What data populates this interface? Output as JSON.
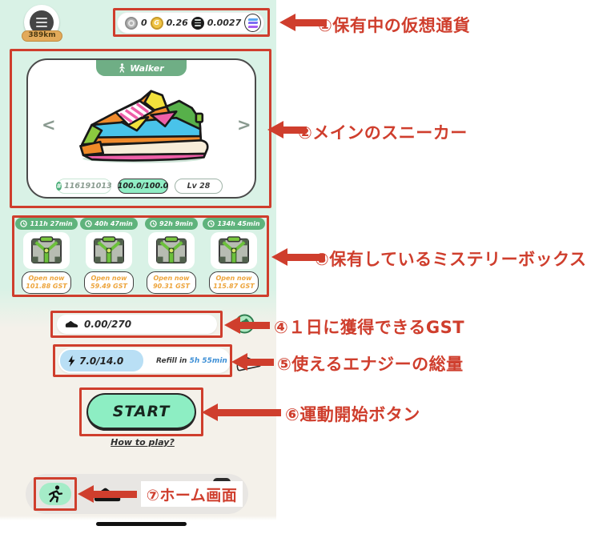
{
  "colors": {
    "annotation_red": "#cf3e2d",
    "mint_background": "#d9f2e6",
    "cream_background": "#f4f1ea",
    "accent_mint": "#8deec3",
    "energy_blue": "#b9dff5",
    "timer_green": "#5fb37c",
    "type_badge_green": "#6fae85",
    "distance_badge_gold": "#e2aa5a",
    "open_now_orange": "#eda43b",
    "refill_time_blue": "#3d8fd6"
  },
  "header": {
    "distance_badge": "389km",
    "currencies": [
      {
        "icon": "gmt-coin",
        "value": "0"
      },
      {
        "icon": "gst-coin",
        "value": "0.26"
      },
      {
        "icon": "sol-coin",
        "value": "0.0027"
      }
    ]
  },
  "sneaker_card": {
    "type_badge": "Walker",
    "prev_arrow": "<",
    "next_arrow": ">",
    "id_symbol": "#",
    "id": "116191013",
    "durability": "100.0/100.0",
    "level": "Lv 28"
  },
  "mystery_boxes": [
    {
      "timer": "111h 27min",
      "action": "Open now",
      "cost": "101.88 GST"
    },
    {
      "timer": "40h 47min",
      "action": "Open now",
      "cost": "59.49 GST"
    },
    {
      "timer": "92h 9min",
      "action": "Open now",
      "cost": "90.31 GST"
    },
    {
      "timer": "134h 45min",
      "action": "Open now",
      "cost": "115.87 GST"
    }
  ],
  "gst_bar": {
    "value": "0.00/270"
  },
  "energy_bar": {
    "value": "7.0/14.0",
    "refill_label": "Refill in ",
    "refill_time": "5h 55min"
  },
  "start_button": "START",
  "how_to_play": "How to play?",
  "annotations": {
    "a1": "①保有中の仮想通貨",
    "a2": "②メインのスニーカー",
    "a3": "③保有しているミステリーボックス",
    "a4": "④１日に獲得できるGST",
    "a5": "⑤使えるエナジーの総量",
    "a6": "⑥運動開始ボタン",
    "a7": "⑦ホーム画面"
  }
}
